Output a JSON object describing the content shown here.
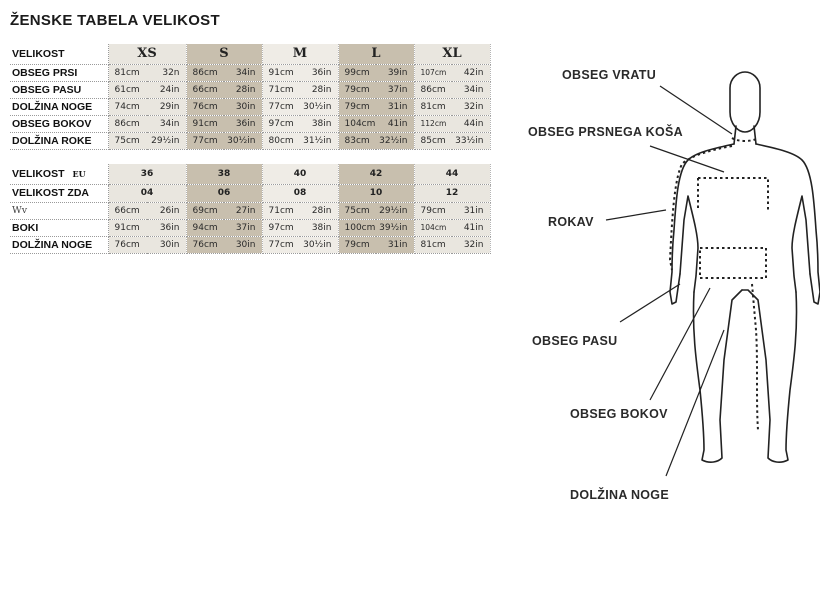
{
  "title": "ŽENSKE TABELA VELIKOST",
  "table1": {
    "header_label": "VELIKOST",
    "sizes": [
      "XS",
      "S",
      "M",
      "L",
      "XL"
    ],
    "rows": [
      {
        "label": "OBSEG PRSI",
        "values": [
          [
            "81cm",
            "32n"
          ],
          [
            "86cm",
            "34in"
          ],
          [
            "91cm",
            "36in"
          ],
          [
            "99cm",
            "39in"
          ],
          [
            "107cm",
            "42in"
          ]
        ]
      },
      {
        "label": "OBSEG PASU",
        "values": [
          [
            "61cm",
            "24in"
          ],
          [
            "66cm",
            "28in"
          ],
          [
            "71cm",
            "28in"
          ],
          [
            "79cm",
            "37in"
          ],
          [
            "86cm",
            "34in"
          ]
        ]
      },
      {
        "label": "DOLŽINA NOGE",
        "values": [
          [
            "74cm",
            "29in"
          ],
          [
            "76cm",
            "30in"
          ],
          [
            "77cm",
            "30½in"
          ],
          [
            "79cm",
            "31in"
          ],
          [
            "81cm",
            "32in"
          ]
        ]
      },
      {
        "label": "OBSEG BOKOV",
        "values": [
          [
            "86cm",
            "34in"
          ],
          [
            "91cm",
            "36in"
          ],
          [
            "97cm",
            "38in"
          ],
          [
            "104cm",
            "41in"
          ],
          [
            "112cm",
            "44in"
          ]
        ]
      },
      {
        "label": "DOLŽINA ROKE",
        "values": [
          [
            "75cm",
            "29½in"
          ],
          [
            "77cm",
            "30½in"
          ],
          [
            "80cm",
            "31½in"
          ],
          [
            "83cm",
            "32½in"
          ],
          [
            "85cm",
            "33½in"
          ]
        ]
      }
    ]
  },
  "table2": {
    "header_label": "VELIKOST",
    "header_suffix": "EU",
    "eu_sizes": [
      "36",
      "38",
      "40",
      "42",
      "44"
    ],
    "us_label": "VELIKOST ZDA",
    "us_sizes": [
      "04",
      "06",
      "08",
      "10",
      "12"
    ],
    "rows": [
      {
        "label": "Wv",
        "values": [
          [
            "66cm",
            "26in"
          ],
          [
            "69cm",
            "27in"
          ],
          [
            "71cm",
            "28in"
          ],
          [
            "75cm",
            "29½in"
          ],
          [
            "79cm",
            "31in"
          ]
        ]
      },
      {
        "label": "BOKI",
        "values": [
          [
            "91cm",
            "36in"
          ],
          [
            "94cm",
            "37in"
          ],
          [
            "97cm",
            "38in"
          ],
          [
            "100cm",
            "39½in"
          ],
          [
            "104cm",
            "41in"
          ]
        ]
      },
      {
        "label": "DOLŽINA NOGE",
        "values": [
          [
            "76cm",
            "30in"
          ],
          [
            "76cm",
            "30in"
          ],
          [
            "77cm",
            "30½in"
          ],
          [
            "79cm",
            "31in"
          ],
          [
            "81cm",
            "32in"
          ]
        ]
      }
    ]
  },
  "figure": {
    "labels": {
      "neck": "OBSEG VRATU",
      "chest": "OBSEG PRSNEGA KOŠA",
      "sleeve": "ROKAV",
      "waist": "OBSEG PASU",
      "hips": "OBSEG BOKOV",
      "leg": "DOLŽINA NOGE"
    }
  }
}
